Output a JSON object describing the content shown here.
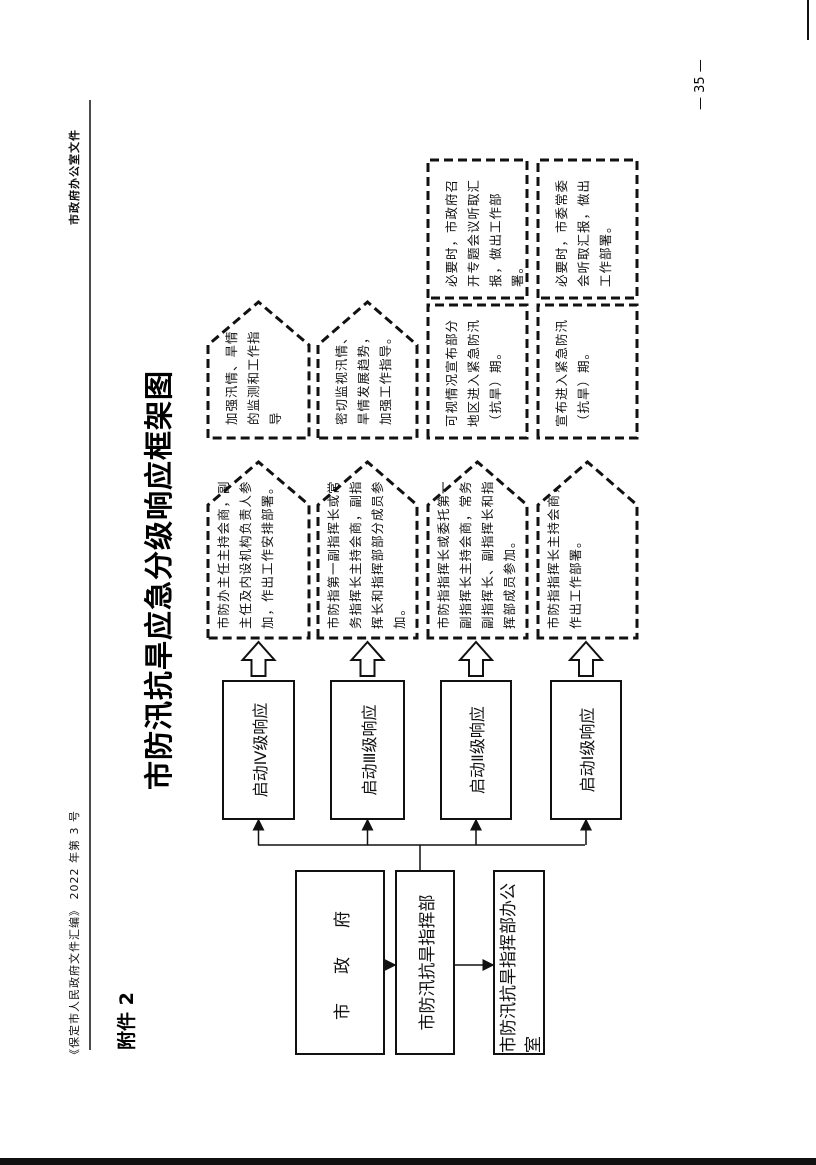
{
  "header": {
    "left": "《保定市人民政府文件汇编》 2022 年第 3 号",
    "right": "市政府办公室文件"
  },
  "attachment_label": "附件 2",
  "title": "市防汛抗旱应急分级响应框架图",
  "org": {
    "government": "市　政　府",
    "command": "市防汛抗旱指挥部",
    "office": "市防汛抗旱指挥部办公室"
  },
  "levels": [
    {
      "label": "启动Ⅳ级响应",
      "action": "市防办主任主持会商，副主任及内设机构负责人参加，作出工作安排部署。",
      "measure": "加强汛情、旱情的监测和工作指导"
    },
    {
      "label": "启动Ⅲ级响应",
      "action": "市防指第一副指挥长或常务指挥长主持会商，副指挥长和指挥部部分成员参加。",
      "measure": "密切监视汛情、旱情发展趋势，加强工作指导。"
    },
    {
      "label": "启动Ⅱ级响应",
      "action": "市防指指挥长或委托第一副指挥长主持会商，常务副指挥长、副指挥长和指挥部成员参加。",
      "measure": "可视情况宣布部分地区进入紧急防汛（抗旱）期。",
      "extra": "必要时，市政府召开专题会议听取汇报，做出工作部署。"
    },
    {
      "label": "启动Ⅰ级响应",
      "action": "市防指指挥长主持会商，作出工作部署。",
      "measure": "宣布进入紧急防汛（抗旱）期。",
      "extra": "必要时，市委常委会听取汇报，做出工作部署。"
    }
  ],
  "page_number": "— 35 —"
}
